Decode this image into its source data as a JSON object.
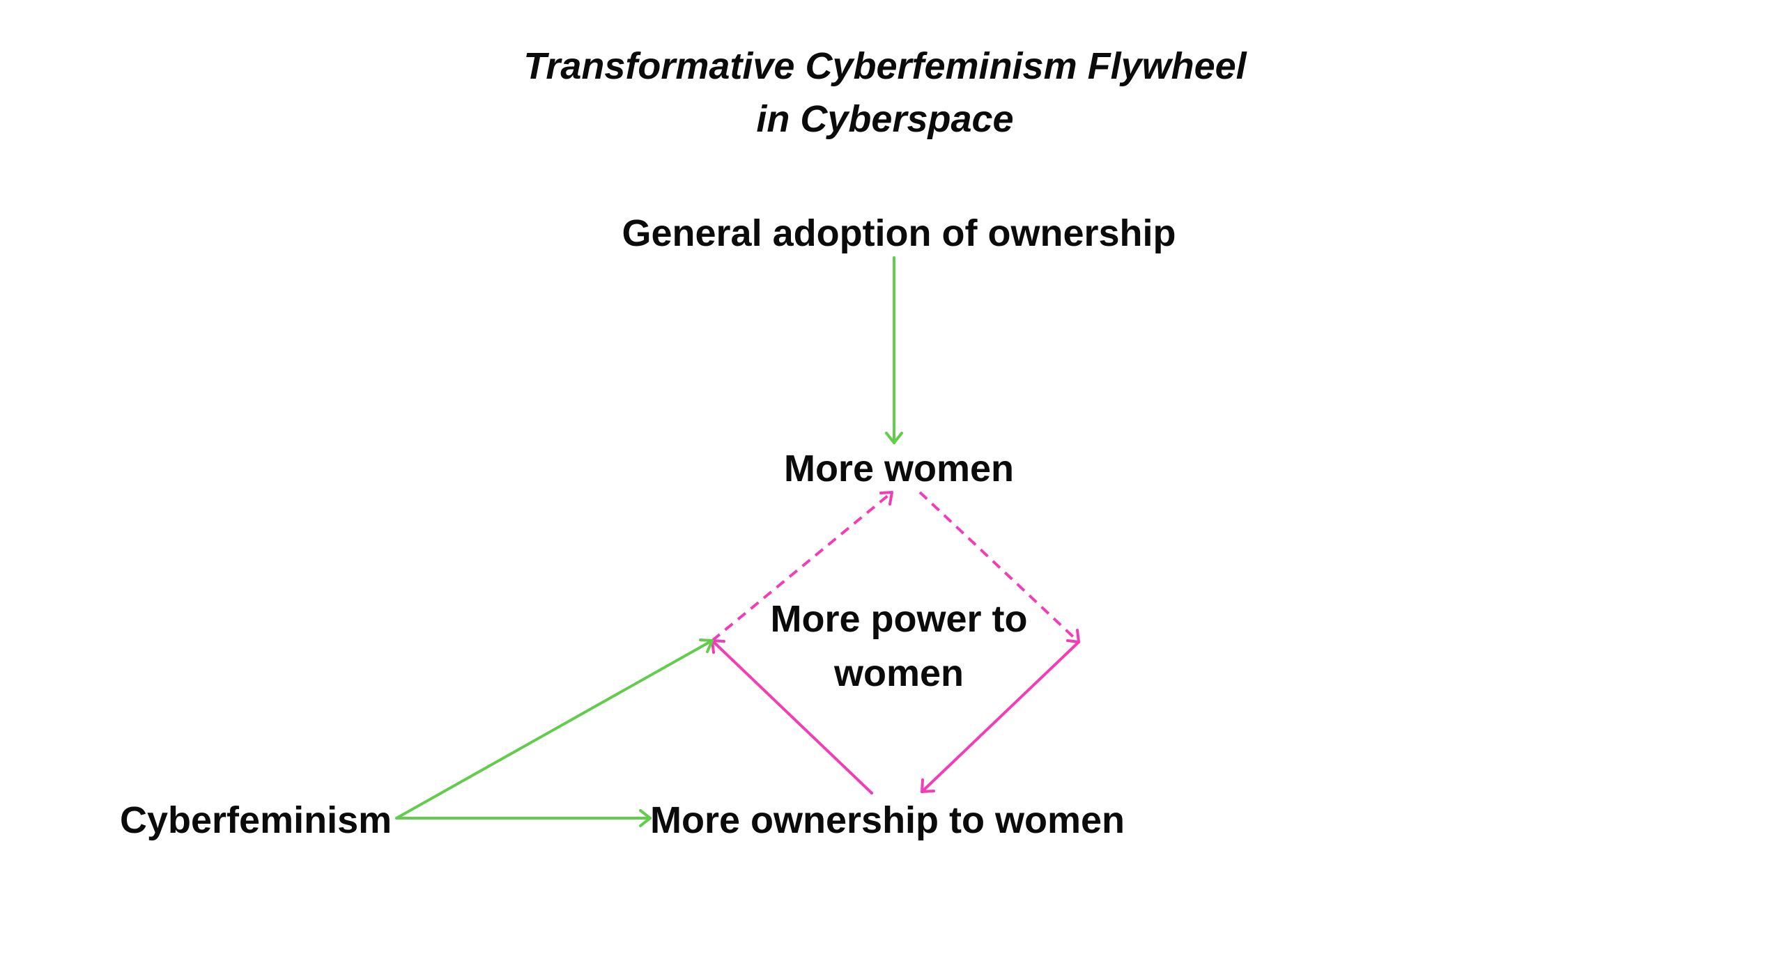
{
  "title": {
    "line1": "Transformative Cyberfeminism Flywheel",
    "line2": "in Cyberspace"
  },
  "nodes": {
    "general_adoption": "General adoption of ownership",
    "more_women": "More women",
    "more_power": [
      "More power to",
      "women"
    ],
    "cyberfeminism": "Cyberfeminism",
    "more_ownership": "More ownership to women"
  },
  "colors": {
    "green_arrow": "#62cd4c",
    "pink_arrow": "#f43cb4",
    "text": "#0b0b0b",
    "background": "#ffffff"
  }
}
